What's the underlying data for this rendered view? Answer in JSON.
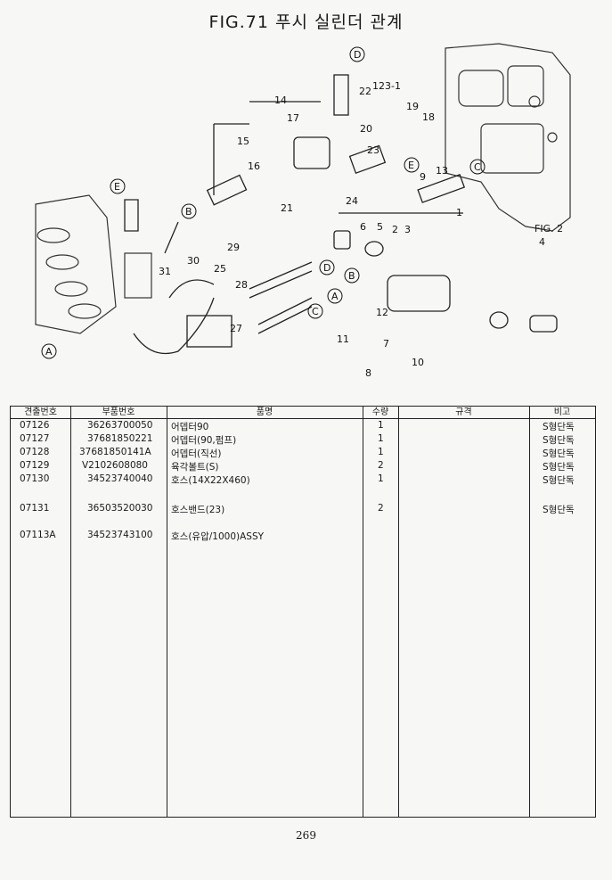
{
  "title": "FIG.71 푸시 실린더 관계",
  "diagram": {
    "callouts": [
      "1",
      "2",
      "3",
      "4",
      "5",
      "6",
      "7",
      "8",
      "9",
      "10",
      "11",
      "12",
      "13",
      "14",
      "15",
      "16",
      "17",
      "18",
      "19",
      "20",
      "21",
      "22",
      "23",
      "24",
      "25",
      "27",
      "28",
      "29",
      "30",
      "31",
      "123-1"
    ],
    "ref_letters": [
      "A",
      "B",
      "C",
      "D",
      "E"
    ],
    "fig_ref": "FIG. 2"
  },
  "table": {
    "headers": [
      "견출번호",
      "부품번호",
      "품명",
      "수량",
      "규격",
      "비고"
    ],
    "rows": [
      {
        "ref": "07126",
        "part_no": "36263700050",
        "name": "어뎁터90",
        "qty": "1",
        "spec": "",
        "note": "S형단독"
      },
      {
        "ref": "07127",
        "part_no": "37681850221",
        "name": "어뎁터(90,펌프)",
        "qty": "1",
        "spec": "",
        "note": "S형단독"
      },
      {
        "ref": "07128",
        "part_no": "37681850141A",
        "name": "어뎁터(직선)",
        "qty": "1",
        "spec": "",
        "note": "S형단독"
      },
      {
        "ref": "07129",
        "part_no": "V2102608080",
        "name": "육각볼트(S)",
        "qty": "2",
        "spec": "",
        "note": "S형단독"
      },
      {
        "ref": "07130",
        "part_no": "34523740040",
        "name": "호스(14X22X460)",
        "qty": "1",
        "spec": "",
        "note": "S형단독"
      },
      {
        "ref": "07131",
        "part_no": "36503520030",
        "name": "호스밴드(23)",
        "qty": "2",
        "spec": "",
        "note": "S형단독"
      },
      {
        "ref": "07113A",
        "part_no": "34523743100",
        "name": "호스(유압/1000)ASSY",
        "qty": "",
        "spec": "",
        "note": ""
      }
    ]
  },
  "page_number": "269"
}
